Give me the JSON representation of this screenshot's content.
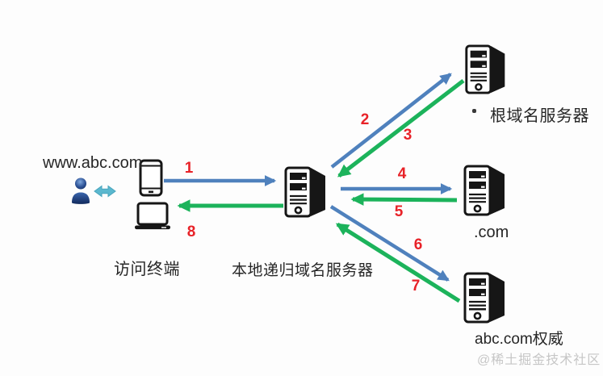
{
  "labels": {
    "query": "www.abc.com",
    "client": "访问终端",
    "local_dns": "本地递归域名服务器",
    "root": "根域名服务器",
    "com": ".com",
    "authoritative": "abc.com权威",
    "watermark": "@稀土掘金技术社区"
  },
  "steps": [
    "1",
    "2",
    "3",
    "4",
    "5",
    "6",
    "7",
    "8"
  ],
  "colors": {
    "request_blue": "#4f81bd",
    "response_green": "#1cb35b",
    "step_red": "#e82228",
    "link_teal": "#5bb8cf",
    "icon_black": "#161616",
    "label_black": "#262626",
    "watermark_gray": "#c6c6c6"
  },
  "icons": {
    "user": "user-icon",
    "link": "bidirectional-arrow-icon",
    "phone": "smartphone-icon",
    "laptop": "laptop-icon",
    "server": "tower-server-icon"
  }
}
